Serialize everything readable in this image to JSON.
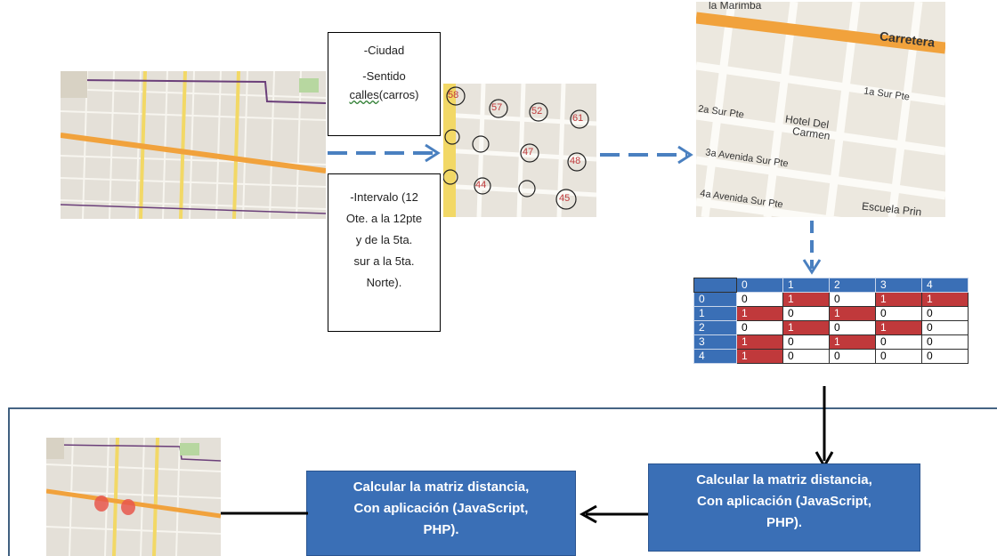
{
  "input_box": {
    "line1": "-Ciudad",
    "line2_prefix": "-Sentido",
    "line2_underlined": "calles",
    "line2_suffix": "(carros)"
  },
  "interval_box": {
    "lines": [
      "-Intervalo (12",
      "Ote. a la 12pte",
      "y de la 5ta.",
      "sur a la 5ta.",
      "Norte)."
    ]
  },
  "numbered_map": {
    "markers": [
      "58",
      "57",
      "52",
      "61",
      "47",
      "48",
      "44",
      "45"
    ]
  },
  "street_map": {
    "labels": [
      "la Marimba",
      "Carretera",
      "Hotel Del",
      "Carmen",
      "4a Avenida Sur Pte",
      "Escuela Prin",
      "3a Avenida Sur Pte",
      "2a Sur Pte",
      "1a Sur Pte"
    ]
  },
  "matrix": {
    "headers": [
      "0",
      "1",
      "2",
      "3",
      "4"
    ],
    "rows": [
      {
        "label": "0",
        "cells": [
          "0",
          "1",
          "0",
          "1",
          "1"
        ]
      },
      {
        "label": "1",
        "cells": [
          "1",
          "0",
          "1",
          "0",
          "0"
        ]
      },
      {
        "label": "2",
        "cells": [
          "0",
          "1",
          "0",
          "1",
          "0"
        ]
      },
      {
        "label": "3",
        "cells": [
          "1",
          "0",
          "1",
          "0",
          "0"
        ]
      },
      {
        "label": "4",
        "cells": [
          "1",
          "0",
          "0",
          "0",
          "0"
        ]
      }
    ],
    "colors": {
      "header": "#3a6fb6",
      "one": "#c0393b",
      "zero": "#ffffff"
    }
  },
  "action_right": {
    "lines": [
      "Calcular la matriz distancia,",
      "Con aplicación  (JavaScript,",
      "PHP)."
    ]
  },
  "action_left": {
    "lines": [
      "Calcular la matriz distancia,",
      "Con aplicación  (JavaScript,",
      "PHP)."
    ]
  },
  "colors": {
    "arrow_blue": "#4a80c0",
    "frame": "#2b4f73"
  }
}
